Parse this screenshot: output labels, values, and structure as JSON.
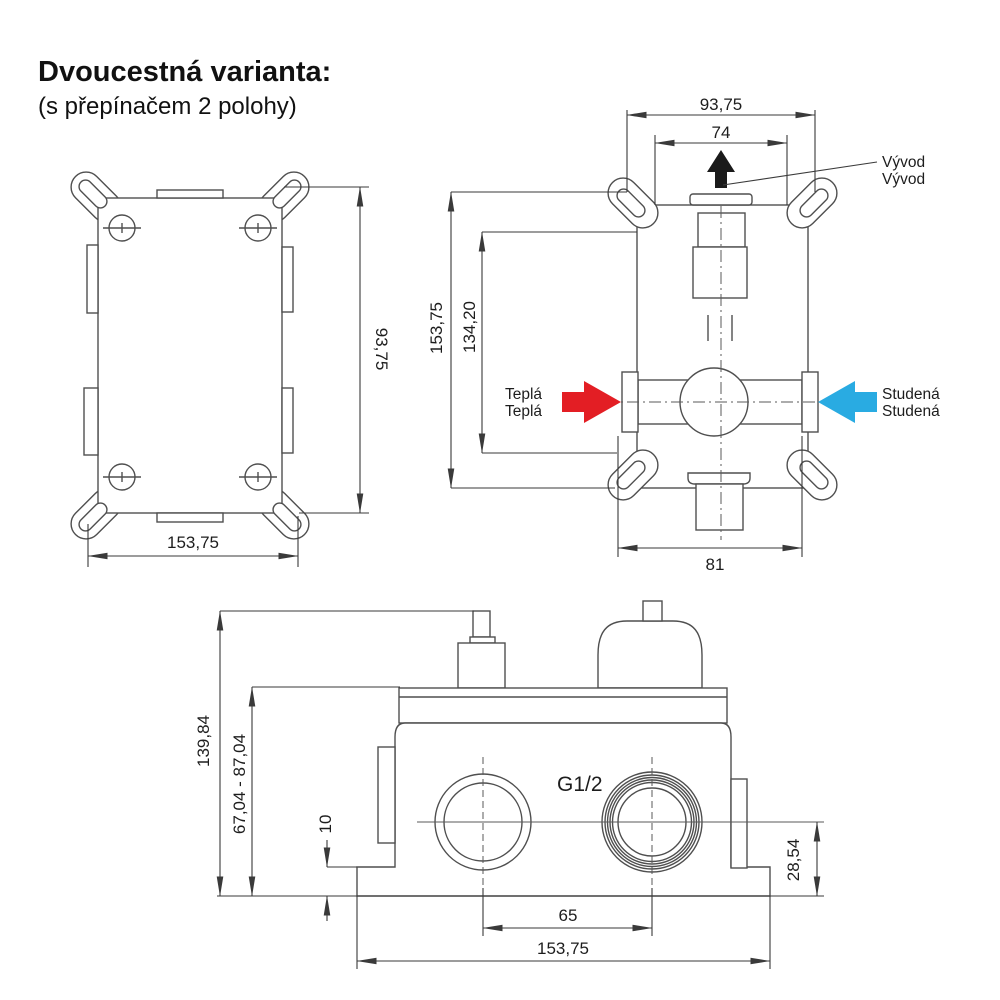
{
  "title": {
    "heading": "Dvoucestná varianta:",
    "subheading": "(s přepínačem 2 polohy)"
  },
  "colors": {
    "line": "#4f4f4f",
    "text": "#1d1d1d",
    "hot_arrow": "#e31e24",
    "cold_arrow": "#29abe2",
    "outlet_arrow": "#1a1a1a"
  },
  "front_view": {
    "width": "153,75",
    "height": "93,75"
  },
  "installation_view": {
    "width_outer": "93,75",
    "width_inner": "74",
    "height_outer": "153,75",
    "height_inner": "134,20",
    "width_bottom": "81",
    "outlet_label_1": "Vývod",
    "outlet_label_2": "Vývod",
    "hot_label_1": "Teplá",
    "hot_label_2": "Teplá",
    "cold_label_1": "Studená",
    "cold_label_2": "Studená"
  },
  "side_view": {
    "height_total": "139,84",
    "height_range": "67,04 - 87,04",
    "base_thickness": "10",
    "port_center_offset": "28,54",
    "port_spacing": "65",
    "width_total": "153,75",
    "thread_label": "G1/2"
  }
}
